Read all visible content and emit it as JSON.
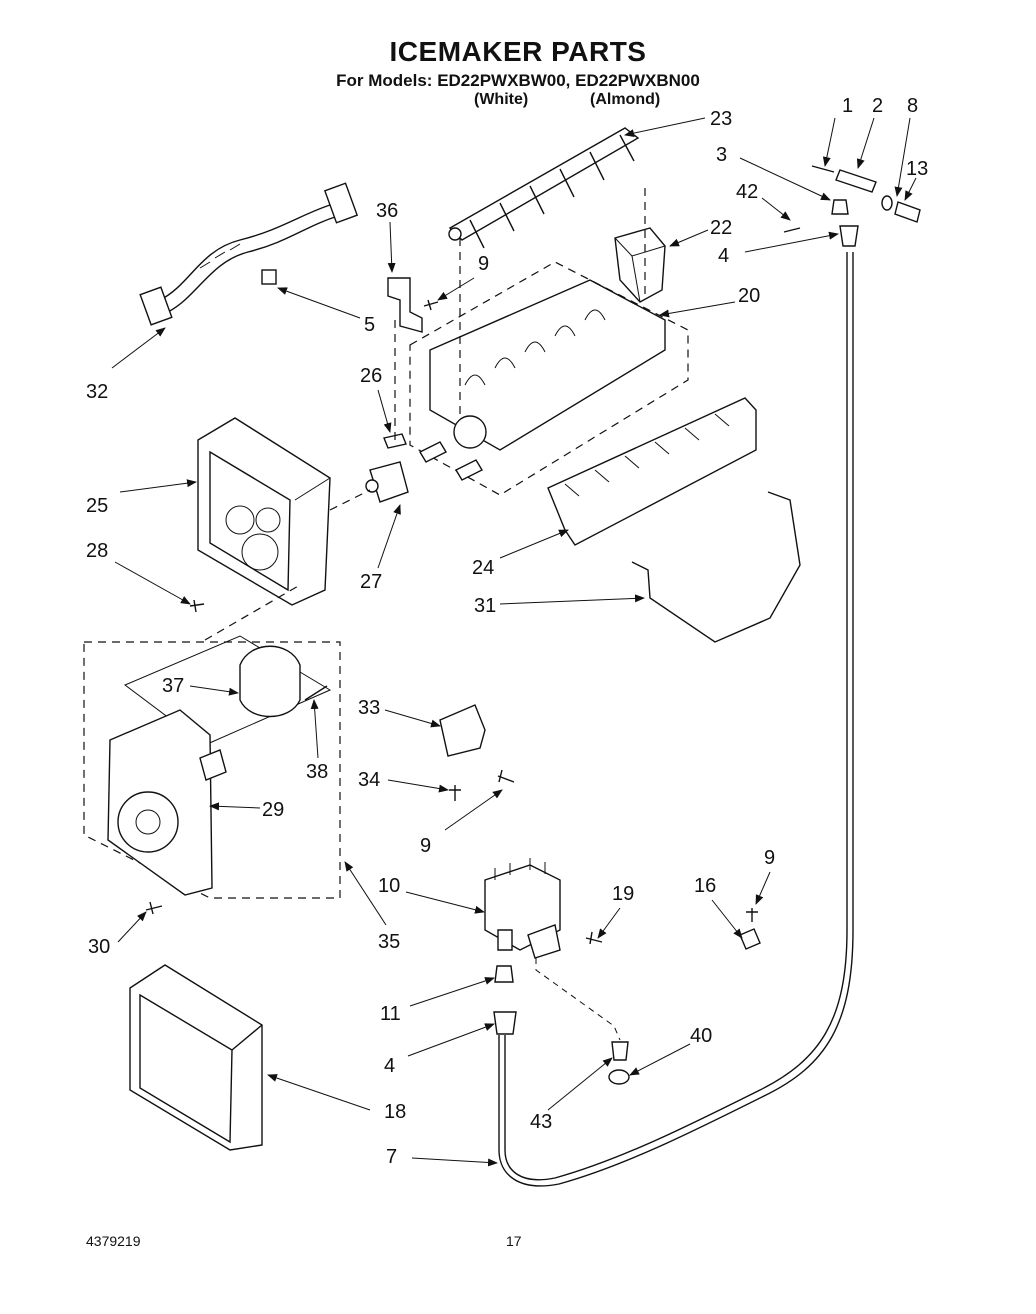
{
  "header": {
    "title": "ICEMAKER PARTS",
    "subtitle": "For Models: ED22PWXBW00, ED22PWXBN00",
    "variants": [
      "(White)",
      "(Almond)"
    ]
  },
  "footer": {
    "doc_number": "4379219",
    "page_number": "17"
  },
  "callouts": [
    "1",
    "2",
    "8",
    "23",
    "3",
    "13",
    "42",
    "22",
    "36",
    "9",
    "4",
    "5",
    "20",
    "32",
    "26",
    "25",
    "28",
    "27",
    "24",
    "31",
    "37",
    "33",
    "38",
    "34",
    "29",
    "9",
    "30",
    "35",
    "10",
    "19",
    "16",
    "9",
    "11",
    "4",
    "40",
    "43",
    "18",
    "7"
  ]
}
